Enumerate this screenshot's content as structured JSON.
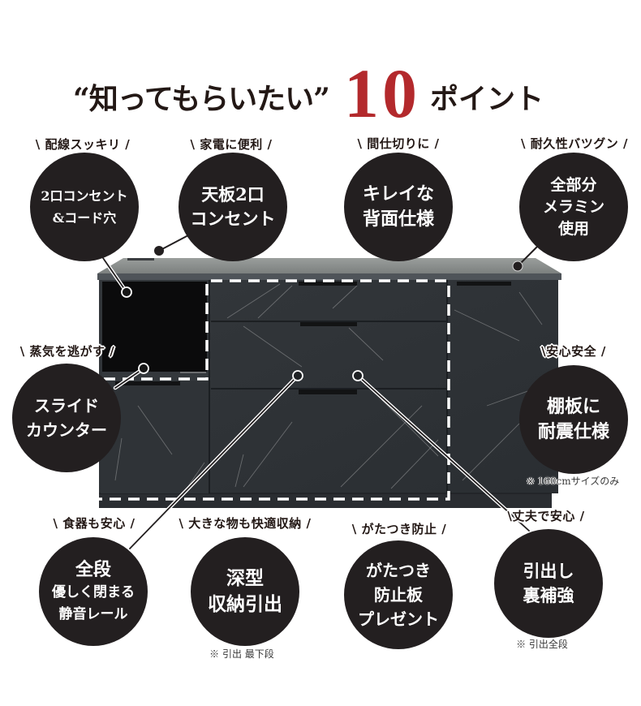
{
  "title": {
    "quote": "“知ってもらいたい”",
    "number": "10",
    "suffix": "ポイント"
  },
  "points": [
    {
      "tag": "\\ 配線スッキリ /",
      "lines": [
        "2口コンセント",
        "&コード穴"
      ]
    },
    {
      "tag": "\\ 家電に便利 /",
      "lines": [
        "天板2口",
        "コンセント"
      ]
    },
    {
      "tag": "\\ 間仕切りに /",
      "lines": [
        "キレイな",
        "背面仕様"
      ]
    },
    {
      "tag": "\\ 耐久性バツグン /",
      "lines": [
        "全部分",
        "メラミン",
        "使用"
      ]
    },
    {
      "tag": "\\ 蒸気を逃がす /",
      "lines": [
        "スライド",
        "カウンター"
      ]
    },
    {
      "tag": "\\安心安全 /",
      "lines": [
        "棚板に",
        "耐震仕様"
      ],
      "note": "※ 160cmサイズのみ"
    },
    {
      "tag": "\\ 食器も安心 /",
      "lines": [
        "全段",
        "優しく閉まる",
        "静音レール"
      ]
    },
    {
      "tag": "\\ 大きな物も快適収納 /",
      "lines": [
        "深型",
        "収納引出"
      ],
      "note": "※ 引出 最下段"
    },
    {
      "tag": "\\ がたつき防止 /",
      "lines": [
        "がたつき",
        "防止板",
        "プレゼント"
      ]
    },
    {
      "tag": "\\丈夫で安心 /",
      "lines": [
        "引出し",
        "裏補強"
      ],
      "note": "※ 引出全段"
    }
  ],
  "colors": {
    "accent_red": "#b3292c",
    "circle_fill": "#231f20",
    "text_dark": "#231815",
    "cabinet_body": "#2f3337",
    "cabinet_top": "#8a8e8c",
    "dashed_outline": "#ffffff"
  }
}
